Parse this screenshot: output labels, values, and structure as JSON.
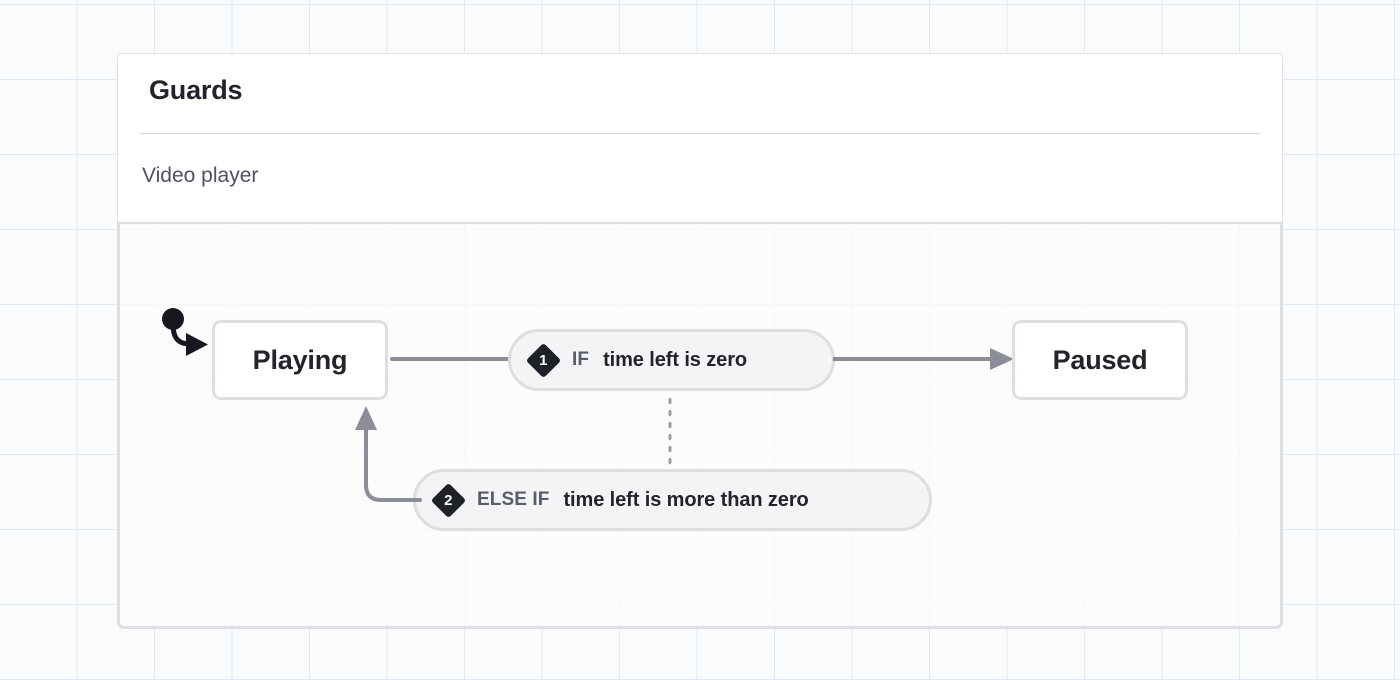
{
  "header": {
    "title": "Guards",
    "subtitle": "Video player"
  },
  "diagram": {
    "states": [
      {
        "id": "playing",
        "label": "Playing"
      },
      {
        "id": "paused",
        "label": "Paused"
      }
    ],
    "guards": [
      {
        "number": "1",
        "keyword": "IF",
        "condition": "time left is zero"
      },
      {
        "number": "2",
        "keyword": "ELSE IF",
        "condition": "time left is more than zero"
      }
    ]
  },
  "colors": {
    "grid_line": "#dde9f7",
    "canvas_background": "#f9fbfd",
    "node_border": "#dcdee3",
    "node_fill": "#ffffff",
    "pill_fill": "#f3f4f6",
    "pill_border": "#dcdce1",
    "edge": "#8b8d98",
    "badge": "#1f2129",
    "text_primary": "#22242c",
    "text_secondary": "#4e5260",
    "keyword": "#585c6b"
  }
}
